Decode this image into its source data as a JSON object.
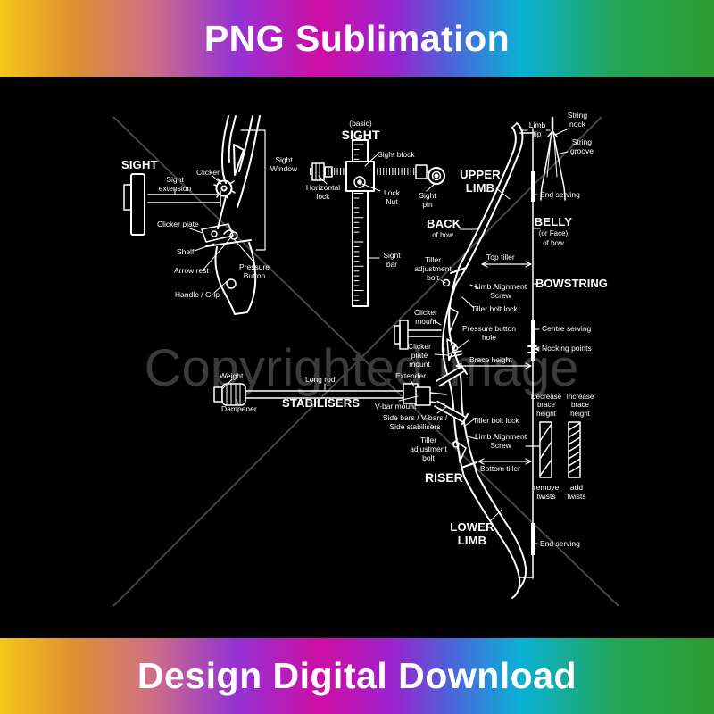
{
  "banner_top": {
    "text": "PNG Sublimation"
  },
  "banner_bottom": {
    "text": "Design Digital Download"
  },
  "watermark": {
    "text": "Copyrighted image"
  },
  "colors": {
    "background": "#000000",
    "line_art": "#ffffff",
    "watermark_text": "#3b3b3b",
    "watermark_lines": "#454545",
    "banner_gradient": [
      "#f5c71a",
      "#e0912e",
      "#cf6f85",
      "#9333d4",
      "#cf0da4",
      "#9b23cd",
      "#4e62da",
      "#09b2d6",
      "#21a657",
      "#2f9c2f"
    ]
  },
  "riser_closeup": {
    "title": "SIGHT",
    "labels": {
      "sight_extension": "Sight extension",
      "clicker": "Clicker",
      "sight_window": "Sight Window",
      "clicker_plate": "Clicker plate",
      "shelf": "Shelf",
      "arrow_rest": "Arrow rest",
      "pressure_button": "Pressure Button",
      "handle_grip": "Handle / Grip"
    }
  },
  "basic_sight": {
    "title_prefix": "(basic)",
    "title": "SIGHT",
    "labels": {
      "sight_block": "Sight block",
      "horizontal_lock": "Horizontal lock",
      "lock_nut": "Lock Nut",
      "sight_pin": "Sight pin",
      "sight_bar": "Sight bar"
    }
  },
  "bow": {
    "labels": {
      "limb_tip": "Limb tip",
      "string_nock": "String nock",
      "string_groove": "String groove",
      "upper_limb": "UPPER LIMB",
      "end_serving_top": "End serving",
      "back_title": "BACK",
      "back_sub": "of bow",
      "belly_title": "BELLY",
      "belly_sub1": "(or Face)",
      "belly_sub2": "of bow",
      "top_tiller": "Top tiller",
      "bowstring": "BOWSTRING",
      "tiller_adjustment_bolt_upper": "Tiller adjustment bolt",
      "limb_alignment_screw_upper": "Limb Alignment Screw",
      "tiller_bolt_lock_upper": "Tiller bolt lock",
      "clicker_mount": "Clicker mount",
      "pressure_button_hole": "Pressure button hole",
      "clicker_plate_mount": "Clicker plate mount",
      "centre_serving": "Centre serving",
      "nocking_points": "Nocking points",
      "brace_height": "Brace height",
      "weight": "Weight",
      "long_rod": "Long rod",
      "stabilisers": "STABILISERS",
      "dampener": "Dampener",
      "extender": "Extender",
      "v_bar_mount": "V-bar mount",
      "side_bars": "Side bars / V-bars / Side stabilisers",
      "tiller_bolt_lock_lower": "Tiller bolt lock",
      "limb_alignment_screw_lower": "Limb Alignment Screw",
      "tiller_adjustment_bolt_lower": "Tiller adjustment bolt",
      "bottom_tiller": "Bottom tiller",
      "riser": "RISER",
      "decrease_brace_height": "Decrease brace height",
      "increase_brace_height": "Increase brace height",
      "remove_twists": "remove twists",
      "add_twists": "add twists",
      "lower_limb": "LOWER LIMB",
      "end_serving_bottom": "End serving"
    }
  }
}
